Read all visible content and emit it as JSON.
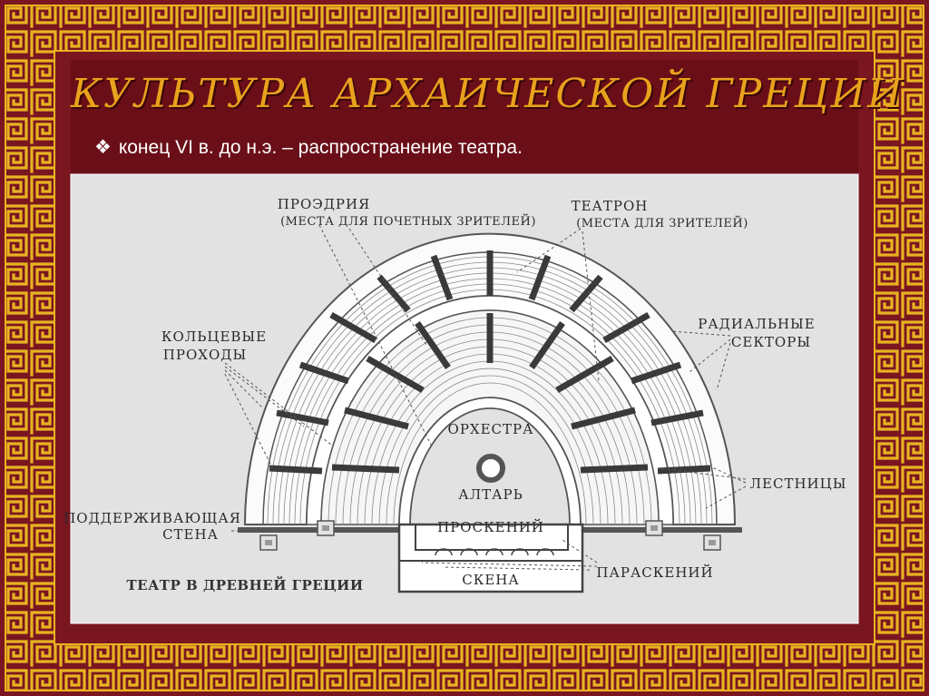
{
  "slide": {
    "title": "КУЛЬТУРА АРХАИЧЕСКОЙ ГРЕЦИИ",
    "bullet_icon": "❖",
    "bullet_text": "конец VI в. до н.э. – распространение театра."
  },
  "colors": {
    "border_red": "#7a1620",
    "meander_gold": "#e8b321",
    "title_gold": "#e8a21c",
    "diagram_bg": "#e2e2e2"
  },
  "diagram": {
    "proedria": {
      "name": "Проэдрия",
      "desc": "(места для почетных зрителей)"
    },
    "teatron": {
      "name": "Театрон",
      "desc": "(места для зрителей)"
    },
    "ring_passages": {
      "line1": "Кольцевые",
      "line2": "проходы"
    },
    "radial_sectors": {
      "line1": "Радиальные",
      "line2": "секторы"
    },
    "orchestra": "Орхестра",
    "altar": "Алтарь",
    "stairs": "Лестницы",
    "support_wall": {
      "line1": "Поддерживающая",
      "line2": "стена"
    },
    "proskenion": "Проскений",
    "paraskenion": "Параскений",
    "skena": "Скена",
    "caption": "Театр в Древней Греции"
  }
}
